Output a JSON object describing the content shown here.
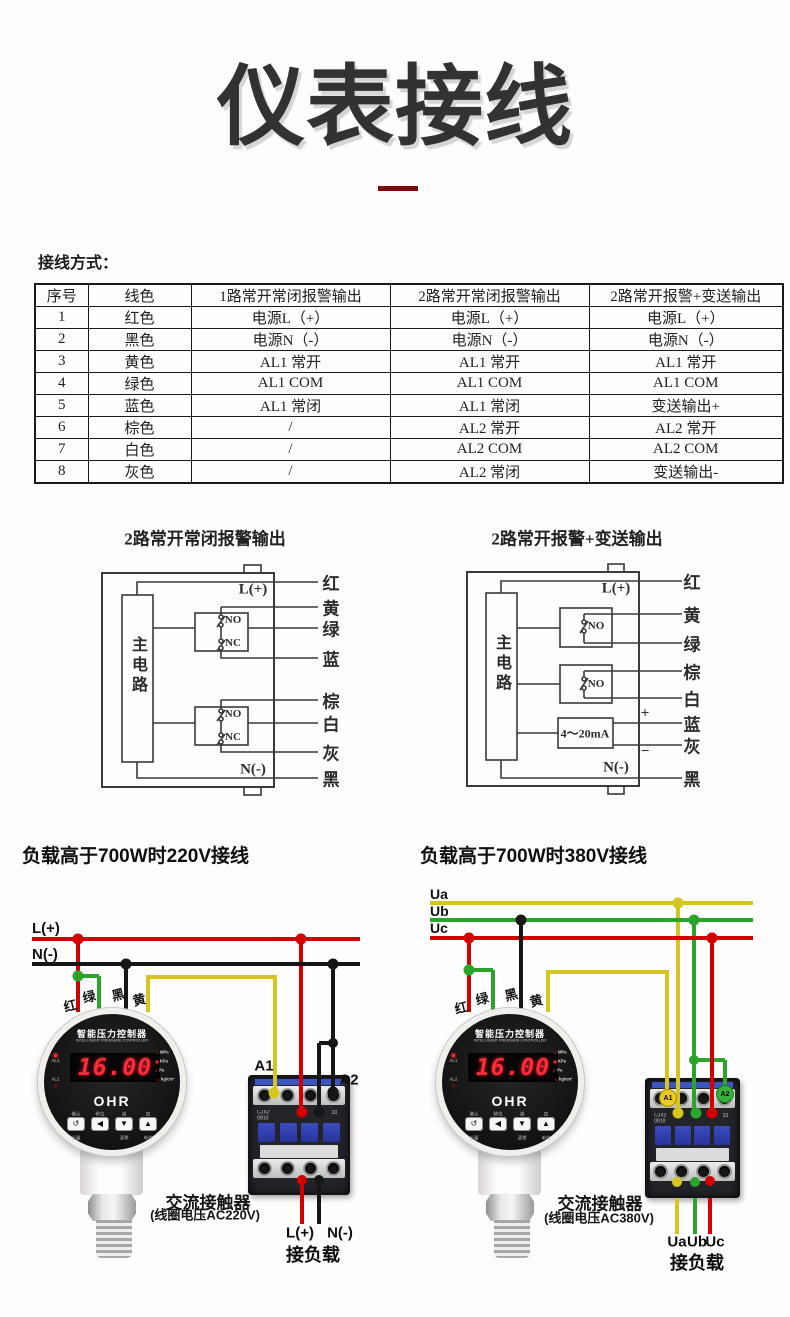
{
  "page": {
    "title": "仪表接线",
    "accent_color": "#7c0808"
  },
  "wiring_table": {
    "caption": "接线方式：",
    "headers": [
      "序号",
      "线色",
      "1路常开常闭报警输出",
      "2路常开常闭报警输出",
      "2路常开报警+变送输出"
    ],
    "rows": [
      [
        "1",
        "红色",
        "电源L（+）",
        "电源L（+）",
        "电源L（+）"
      ],
      [
        "2",
        "黑色",
        "电源N（-）",
        "电源N（-）",
        "电源N（-）"
      ],
      [
        "3",
        "黄色",
        "AL1 常开",
        "AL1 常开",
        "AL1 常开"
      ],
      [
        "4",
        "绿色",
        "AL1 COM",
        "AL1 COM",
        "AL1 COM"
      ],
      [
        "5",
        "蓝色",
        "AL1 常闭",
        "AL1 常闭",
        "变送输出+"
      ],
      [
        "6",
        "棕色",
        "/",
        "AL2 常开",
        "AL2 常开"
      ],
      [
        "7",
        "白色",
        "/",
        "AL2 COM",
        "AL2 COM"
      ],
      [
        "8",
        "灰色",
        "/",
        "AL2 常闭",
        "变送输出-"
      ]
    ]
  },
  "diagram_left": {
    "title": "2路常开常闭报警输出",
    "main_circuit": "主电路",
    "l_plus": "L(+)",
    "n_minus": "N(-)",
    "no": "NO",
    "nc": "NC",
    "wire_labels": [
      "红",
      "黄",
      "绿",
      "蓝",
      "棕",
      "白",
      "灰",
      "黑"
    ]
  },
  "diagram_right": {
    "title": "2路常开报警+变送输出",
    "main_circuit": "主电路",
    "l_plus": "L(+)",
    "n_minus": "N(-)",
    "no": "NO",
    "transmitter": "4～20mA",
    "plus": "+",
    "minus": "−",
    "wire_labels": [
      "红",
      "黄",
      "绿",
      "棕",
      "白",
      "蓝",
      "灰",
      "黑"
    ]
  },
  "fig220": {
    "title": "负载高于700W时220V接线",
    "line1": "L(+)",
    "line2": "N(-)",
    "wire_labels": [
      "红",
      "绿",
      "黑",
      "黄"
    ],
    "a1": "A1",
    "a2": "A2",
    "caption": "交流接触器",
    "subcaption": "(线圈电压AC220V)",
    "load_l": "L(+)",
    "load_n": "N(-)",
    "load_caption": "接负载"
  },
  "fig380": {
    "title": "负载高于700W时380V接线",
    "line1": "Ua",
    "line2": "Ub",
    "line3": "Uc",
    "wire_labels": [
      "红",
      "绿",
      "黑",
      "黄"
    ],
    "a1": "A1",
    "a2": "A2",
    "caption": "交流接触器",
    "subcaption": "(线圈电压AC380V)",
    "load_a": "Ua",
    "load_b": "Ub",
    "load_c": "Uc",
    "load_caption": "接负载"
  },
  "gauge": {
    "name_cn": "智能压力控制器",
    "name_en": "INTELLIGENT PRESSURE CONTROLLER",
    "display": "16.00",
    "brand": "OHR",
    "indicators_left": [
      "AL1",
      "AL2"
    ],
    "units": [
      "MPa",
      "KPa",
      "Pa",
      "kg/cm²"
    ],
    "btn_top": [
      "确认",
      "移位",
      "减",
      "加"
    ],
    "btn_bottom": [
      "设置",
      "",
      "清零",
      "单位"
    ],
    "btn_glyphs": [
      "↺",
      "◀",
      "▼",
      "▲"
    ]
  },
  "contactor": {
    "model": "CJX2",
    "model_no": "0910",
    "aux": "10"
  },
  "colors": {
    "wire_red": "#d40000",
    "wire_black": "#161616",
    "wire_green": "#2aa52a",
    "wire_yellow": "#d6c41f"
  }
}
